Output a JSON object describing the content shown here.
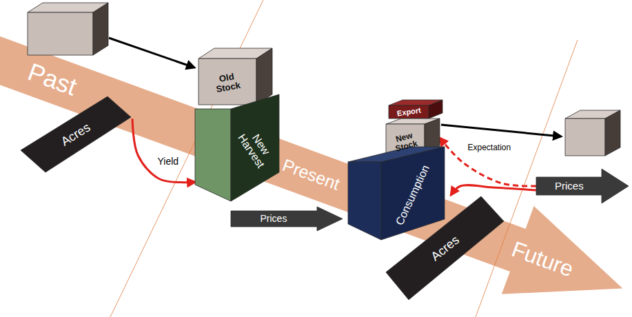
{
  "diagram": {
    "nodes": [
      {
        "text": [
          "Past",
          "Present",
          "Future"
        ]
      },
      {
        "text": [
          "Acres"
        ]
      },
      {
        "text": [
          "Old Stock"
        ]
      },
      {
        "text": [
          "New Harvest"
        ]
      },
      {
        "text": [
          "Prices"
        ]
      },
      {
        "text": [
          "Export"
        ]
      },
      {
        "text": [
          "New Stock"
        ]
      },
      {
        "text": [
          "Consumption"
        ]
      },
      {
        "text": [
          "Prices"
        ]
      },
      {
        "text": [
          "Acres"
        ]
      }
    ],
    "edges": [
      {
        "from": 1,
        "to": 3,
        "label": "Yield",
        "arrow": "to"
      },
      {
        "from": 8,
        "to": 6,
        "label": "Expectation",
        "arrow": "to"
      },
      {
        "from": 8,
        "to": 9,
        "arrow": "to"
      }
    ]
  }
}
